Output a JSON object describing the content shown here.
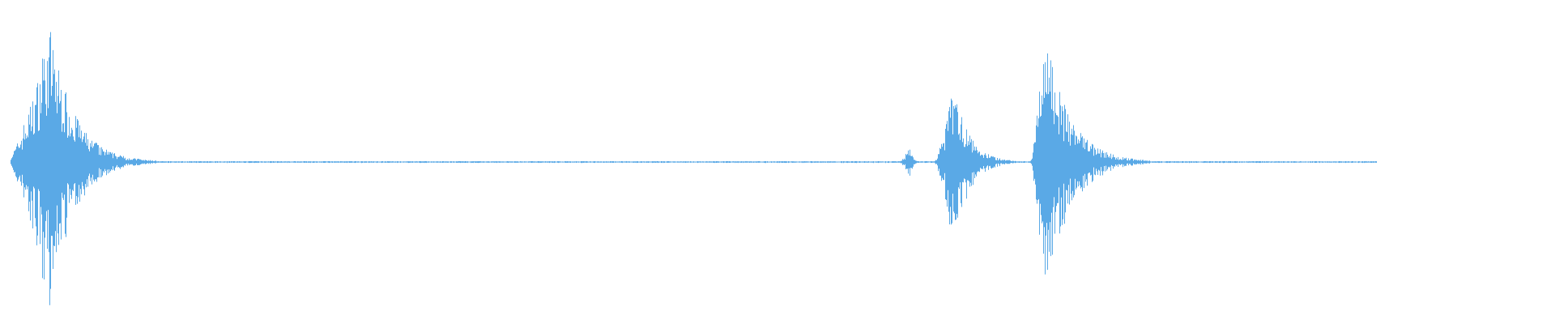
{
  "waveform": {
    "color": "#5aa9e6",
    "background": "#ffffff",
    "duration_fraction_with_audio": 0.885,
    "events": [
      {
        "name": "burst-1",
        "start": 0.003,
        "peak": 0.032,
        "end": 0.1,
        "amplitude": 0.98
      },
      {
        "name": "click-1",
        "start": 0.578,
        "peak": 0.585,
        "end": 0.592,
        "amplitude": 0.12
      },
      {
        "name": "burst-2",
        "start": 0.6,
        "peak": 0.613,
        "end": 0.657,
        "amplitude": 0.55
      },
      {
        "name": "burst-3",
        "start": 0.662,
        "peak": 0.671,
        "end": 0.74,
        "amplitude": 0.98
      }
    ],
    "noise_floor": 0.006
  }
}
